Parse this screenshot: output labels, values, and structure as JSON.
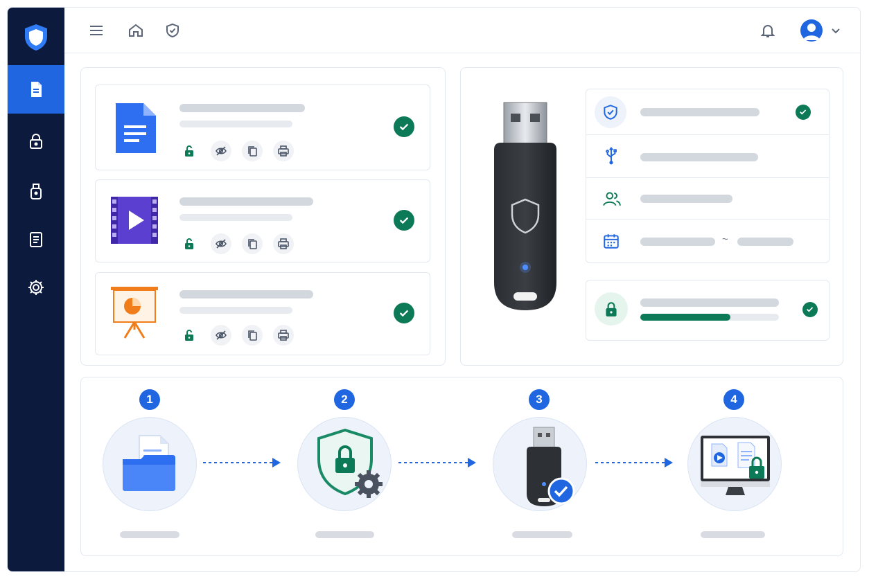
{
  "sidebar": {
    "logo_icon": "shield-logo-icon",
    "items": [
      {
        "icon": "document-icon",
        "active": true
      },
      {
        "icon": "lock-icon",
        "active": false
      },
      {
        "icon": "usb-lock-icon",
        "active": false
      },
      {
        "icon": "report-icon",
        "active": false
      },
      {
        "icon": "gear-icon",
        "active": false
      }
    ]
  },
  "topbar": {
    "left_icons": [
      "menu-icon",
      "home-icon",
      "shield-check-icon"
    ],
    "right_icons": [
      "bell-icon",
      "avatar",
      "chevron-down-icon"
    ]
  },
  "files": [
    {
      "type": "document",
      "icon": "doc-file-icon",
      "status": "verified",
      "actions": [
        "unlock-icon",
        "hide-icon",
        "copy-icon",
        "print-icon"
      ]
    },
    {
      "type": "video",
      "icon": "video-file-icon",
      "status": "verified",
      "actions": [
        "unlock-icon",
        "hide-icon",
        "copy-icon",
        "print-icon"
      ]
    },
    {
      "type": "presentation",
      "icon": "presentation-file-icon",
      "status": "verified",
      "actions": [
        "unlock-icon",
        "hide-icon",
        "copy-icon",
        "print-icon"
      ]
    }
  ],
  "device": {
    "image": "usb-drive-shield",
    "info_rows": [
      {
        "icon": "shield-check-icon",
        "status": "verified"
      },
      {
        "icon": "usb-icon"
      },
      {
        "icon": "users-icon"
      },
      {
        "icon": "calendar-icon",
        "range_separator": "~"
      }
    ],
    "encryption": {
      "icon": "lock-icon",
      "progress": 0.65,
      "status": "verified"
    }
  },
  "steps": [
    {
      "number": "1",
      "icon": "folder-documents-icon"
    },
    {
      "number": "2",
      "icon": "shield-lock-gear-icon"
    },
    {
      "number": "3",
      "icon": "usb-verified-icon"
    },
    {
      "number": "4",
      "icon": "monitor-protected-files-icon"
    }
  ],
  "colors": {
    "sidebar_bg": "#0b1a3d",
    "accent_blue": "#1f66e0",
    "success_green": "#0d7a57",
    "placeholder_bar": "#d3d7de"
  }
}
